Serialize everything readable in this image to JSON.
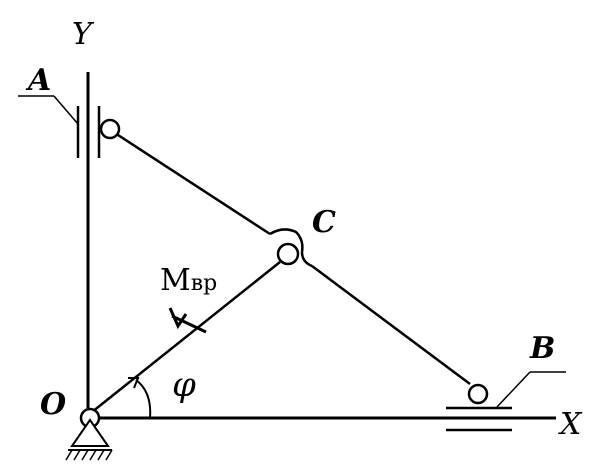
{
  "labels": {
    "axis_y": "Y",
    "axis_x": "X",
    "point_a": "A",
    "point_b": "B",
    "point_c": "C",
    "point_o": "O",
    "moment_main": "M",
    "moment_sub": "вр",
    "angle": "φ"
  },
  "colors": {
    "ink": "#000000",
    "joint_fill": "#ffffff"
  }
}
